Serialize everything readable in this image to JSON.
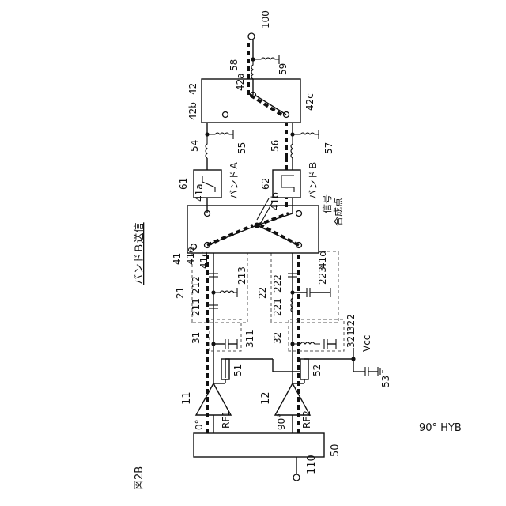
{
  "figure_title": "図2B",
  "mode_label": "バンドＢ送信",
  "hybrid_label": "90° HYB",
  "labels": {
    "n110": "110",
    "n50": "50",
    "n11": "11",
    "n12": "12",
    "n0deg": "0°",
    "n90deg": "90°",
    "rf1": "RF1",
    "rf2": "RF2",
    "n51": "51",
    "n52": "52",
    "n53": "53",
    "vcc": "Vcc",
    "n31": "31",
    "n311": "311",
    "n32": "32",
    "n321": "321",
    "n322": "322",
    "n21": "21",
    "n22": "22",
    "n211": "211",
    "n212": "212",
    "n213": "213",
    "n221": "221",
    "n222": "222",
    "n223": "223",
    "n41": "41",
    "n41a": "41a",
    "n41b": "41b",
    "n41c": "41c",
    "n41d": "41d",
    "n41e": "41e",
    "n61": "61",
    "n62": "62",
    "bandA": "バンドＡ",
    "bandB": "バンドＢ",
    "sig_combine_1": "信号",
    "sig_combine_2": "合成点",
    "n54": "54",
    "n55": "55",
    "n56": "56",
    "n57": "57",
    "n42": "42",
    "n42a": "42a",
    "n42b": "42b",
    "n42c": "42c",
    "n58": "58",
    "n59": "59",
    "n100": "100"
  }
}
